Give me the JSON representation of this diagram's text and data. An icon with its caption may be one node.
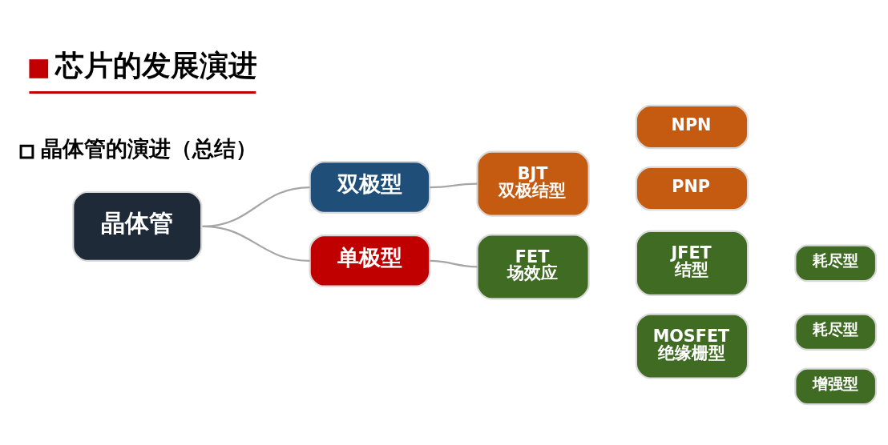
{
  "diagram": {
    "title": "芯片的发展演进",
    "nodes": [
      {
        "text": [
          "晶体管"
        ]
      },
      {
        "text": [
          "双极型"
        ]
      },
      {
        "text": [
          "BJT",
          "双极结型"
        ]
      },
      {
        "text": [
          "NPN"
        ]
      },
      {
        "text": [
          "PNP"
        ]
      },
      {
        "text": [
          "单极型"
        ]
      },
      {
        "text": [
          "FET",
          "场效应"
        ]
      },
      {
        "text": [
          "JFET",
          "结型"
        ]
      },
      {
        "text": [
          "耗尽型"
        ]
      },
      {
        "text": [
          "MOSFET",
          "绝缘栅型"
        ]
      },
      {
        "text": [
          "耗尽型"
        ]
      },
      {
        "text": [
          "增强型"
        ]
      }
    ],
    "edges": [
      {
        "from": 0,
        "to": 1,
        "arrow": "none"
      },
      {
        "from": 0,
        "to": 5,
        "arrow": "none"
      },
      {
        "from": 1,
        "to": 2,
        "arrow": "none"
      },
      {
        "from": 5,
        "to": 6,
        "arrow": "none"
      }
    ],
    "labels": [
      "晶体管的演进（总结）"
    ]
  }
}
